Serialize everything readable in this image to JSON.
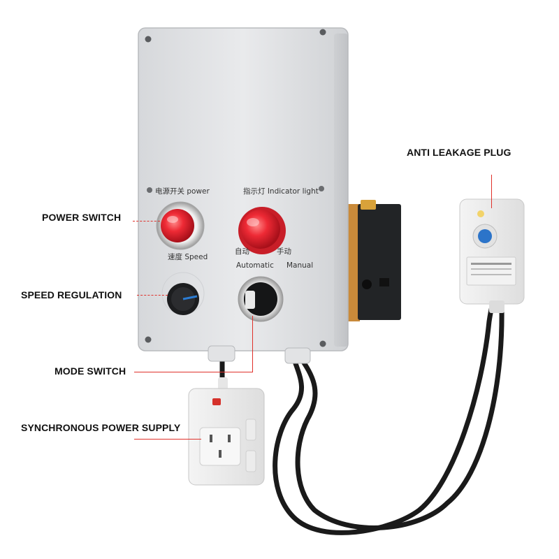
{
  "callouts": {
    "anti_leakage_plug": "ANTI LEAKAGE PLUG",
    "power_switch": "POWER SWITCH",
    "speed_regulation": "SPEED REGULATION",
    "mode_switch": "MODE SWITCH",
    "synchronous_power_supply": "SYNCHRONOUS POWER SUPPLY"
  },
  "panel": {
    "power_label": "电源开关 power",
    "indicator_label": "指示灯 Indicator light",
    "speed_label": "速度 Speed",
    "auto_cn": "自动",
    "manual_cn": "手动",
    "automatic_label": "Automatic",
    "manual_label": "Manual"
  },
  "colors": {
    "leader_line": "#e0302a",
    "box_body": "#e3e4e6",
    "button_red": "#e8202c",
    "cable": "#1a1a1a"
  }
}
